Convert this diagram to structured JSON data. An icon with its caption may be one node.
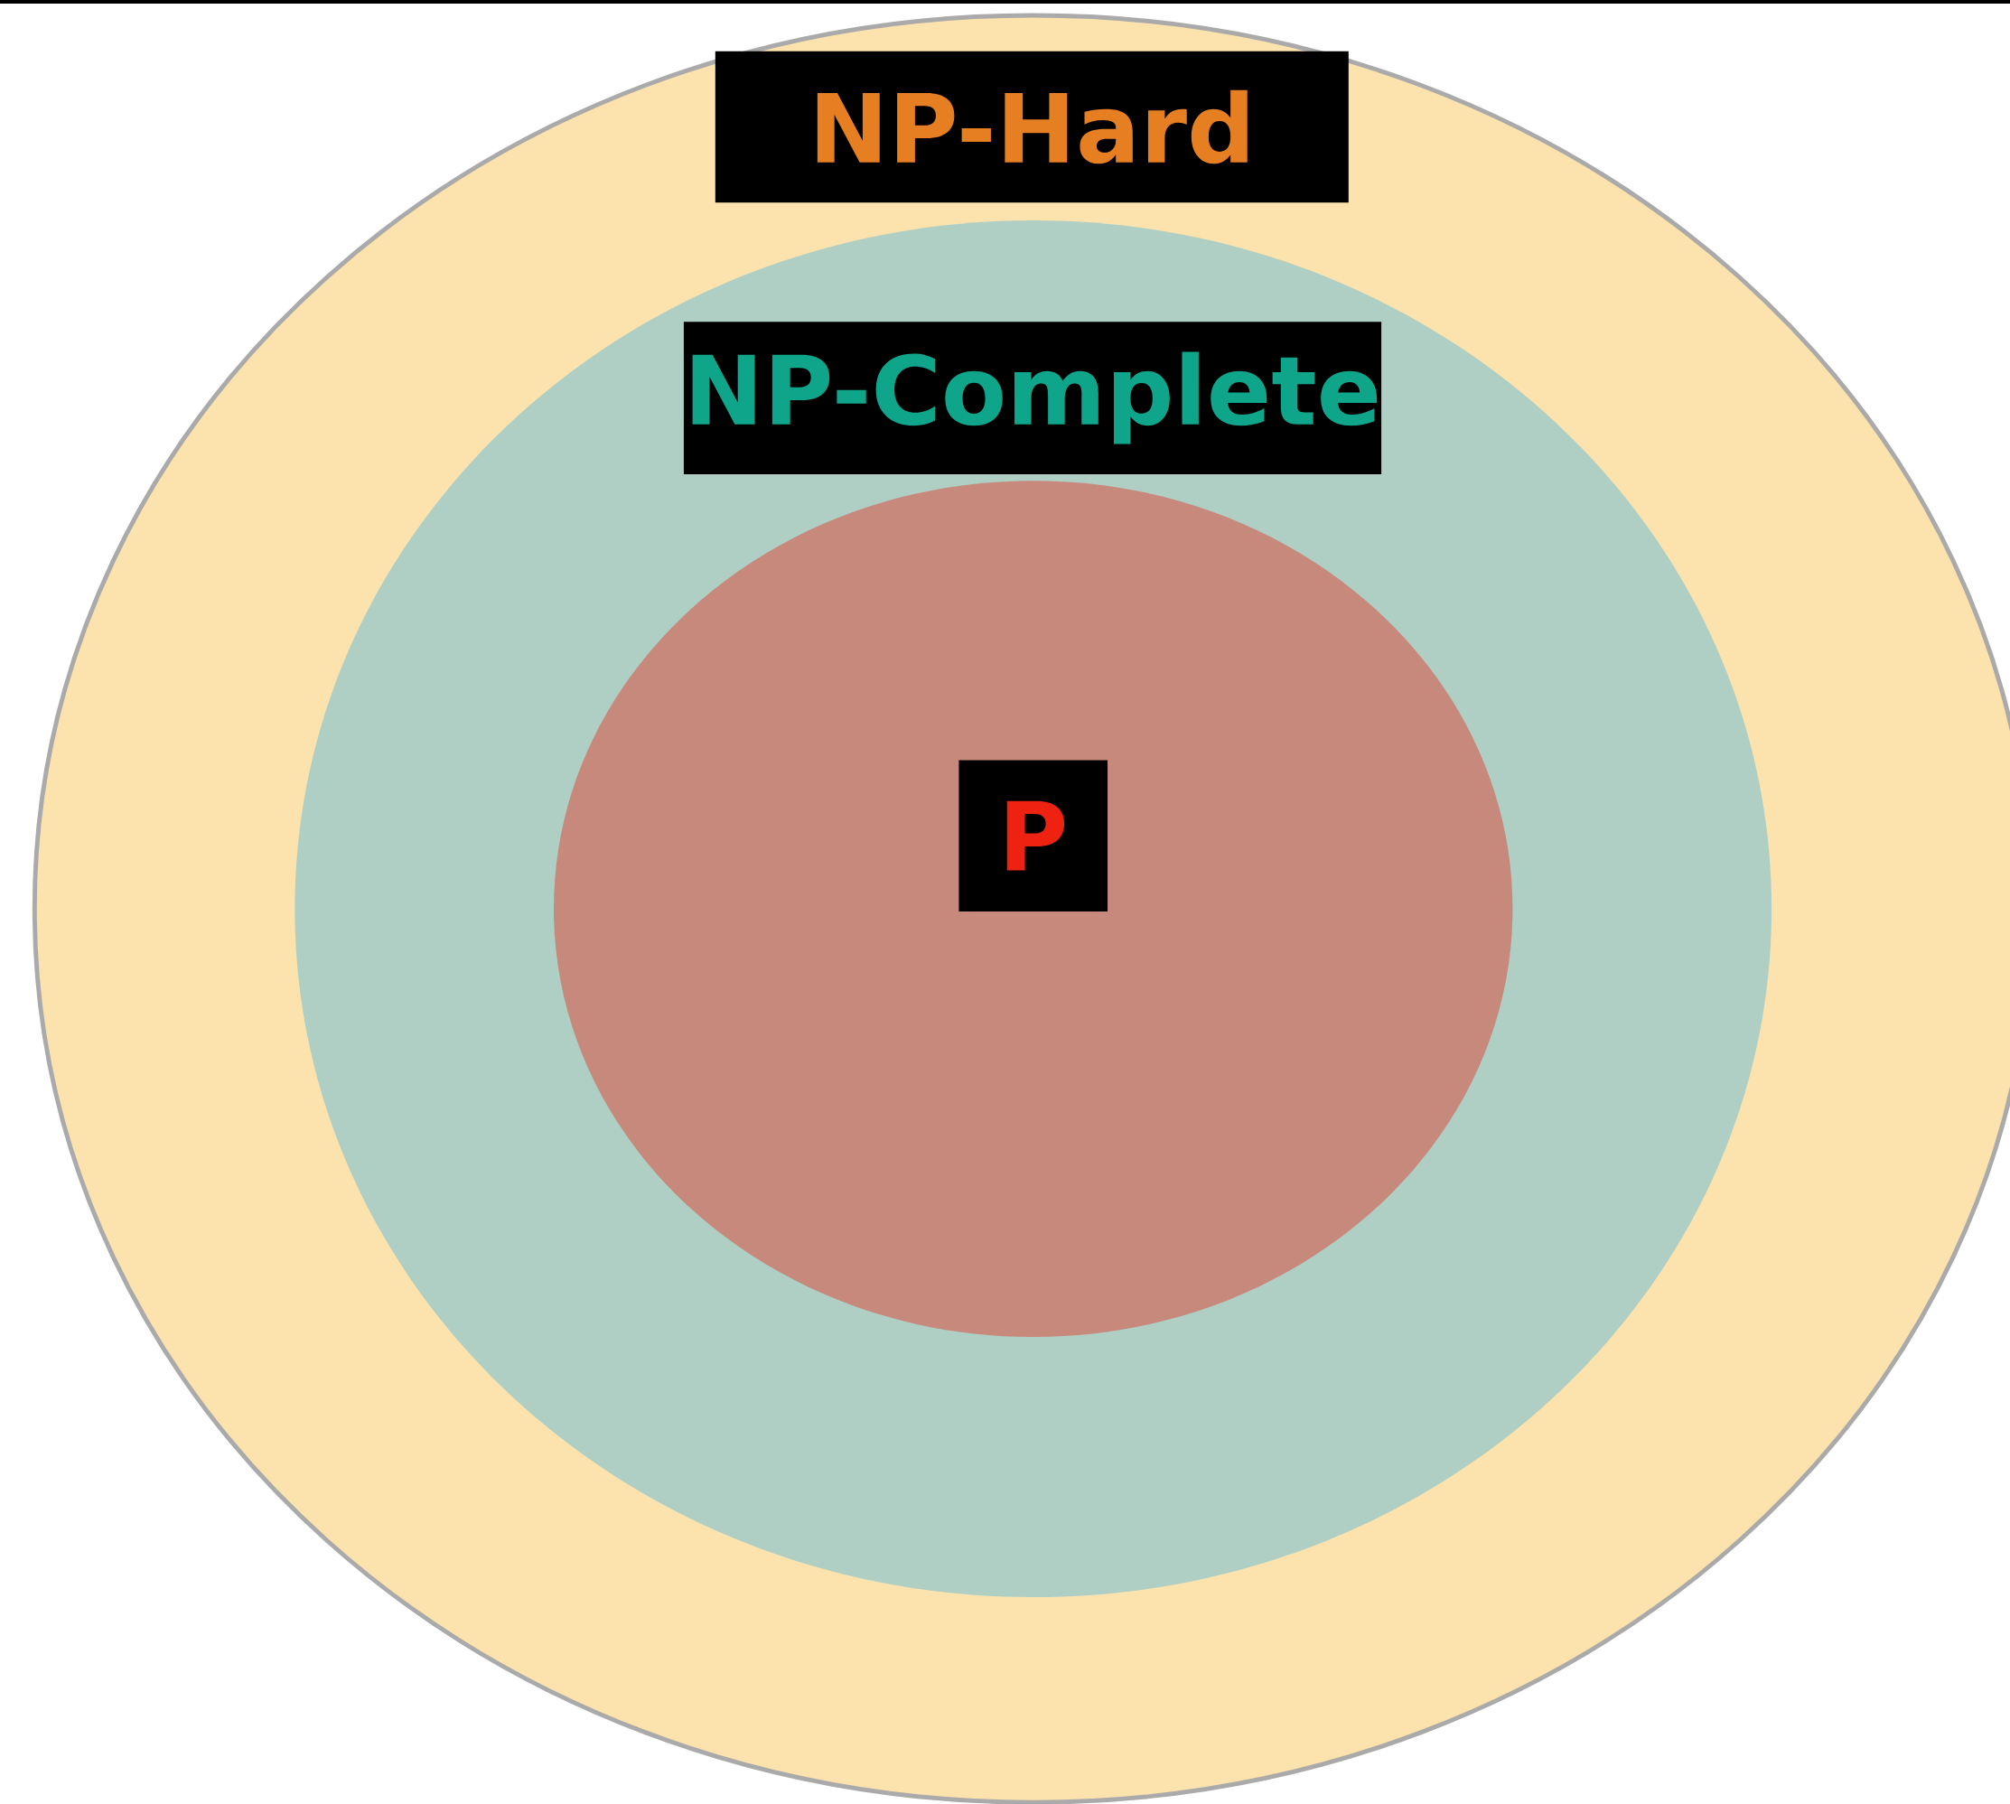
{
  "diagram": {
    "nodes": [
      {
        "text": [
          "NP-Hard"
        ]
      },
      {
        "text": [
          "NP-Complete"
        ],
        "in": 0
      },
      {
        "text": [
          "P"
        ],
        "in": 1
      }
    ]
  }
}
